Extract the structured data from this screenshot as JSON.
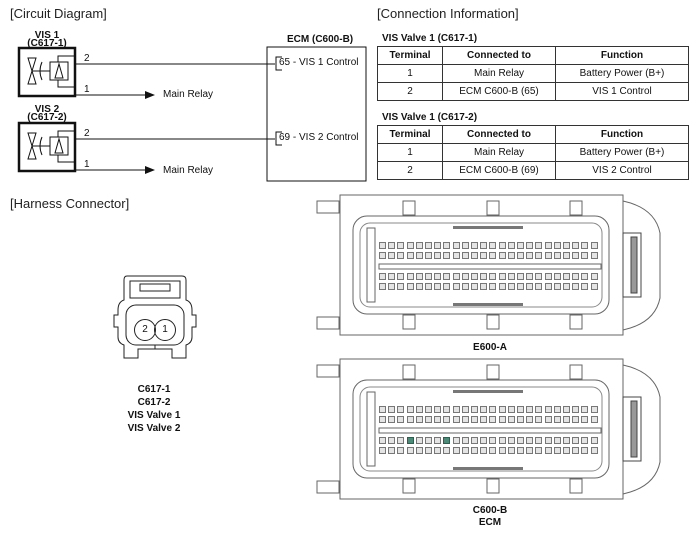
{
  "circuit_diagram": {
    "title": "[Circuit Diagram]",
    "components": [
      {
        "name": "VIS 1",
        "connector": "(C617-1)",
        "pin_top": "2",
        "pin_bottom": "1",
        "relay_label": "Main Relay"
      },
      {
        "name": "VIS 2",
        "connector": "(C617-2)",
        "pin_top": "2",
        "pin_bottom": "1",
        "relay_label": "Main Relay"
      }
    ],
    "ecm": {
      "title": "ECM (C600-B)",
      "terminals": [
        "65 - VIS 1 Control",
        "69 - VIS 2 Control"
      ]
    }
  },
  "connection_info": {
    "title": "[Connection Information]",
    "tables": [
      {
        "title": "VIS Valve 1 (C617-1)",
        "headers": [
          "Terminal",
          "Connected to",
          "Function"
        ],
        "rows": [
          [
            "1",
            "Main Relay",
            "Battery Power (B+)"
          ],
          [
            "2",
            "ECM C600-B (65)",
            "VIS 1 Control"
          ]
        ]
      },
      {
        "title": "VIS Valve 1 (C617-2)",
        "headers": [
          "Terminal",
          "Connected to",
          "Function"
        ],
        "rows": [
          [
            "1",
            "Main Relay",
            "Battery Power (B+)"
          ],
          [
            "2",
            "ECM C600-B (69)",
            "VIS 2 Control"
          ]
        ]
      }
    ]
  },
  "harness_connector": {
    "title": "[Harness Connector]",
    "small_connector": {
      "pins": [
        "2",
        "1"
      ],
      "labels": [
        "C617-1",
        "C617-2",
        "VIS Valve 1",
        "VIS Valve 2"
      ]
    },
    "ecm_connectors": [
      {
        "labels": [
          "E600-A"
        ],
        "highlighted_pins": []
      },
      {
        "labels": [
          "C600-B",
          "ECM"
        ],
        "highlighted_pins": [
          65,
          69
        ]
      }
    ],
    "pins_per_row": 24,
    "rows": 4,
    "highlight_color": "#4e8a78"
  }
}
